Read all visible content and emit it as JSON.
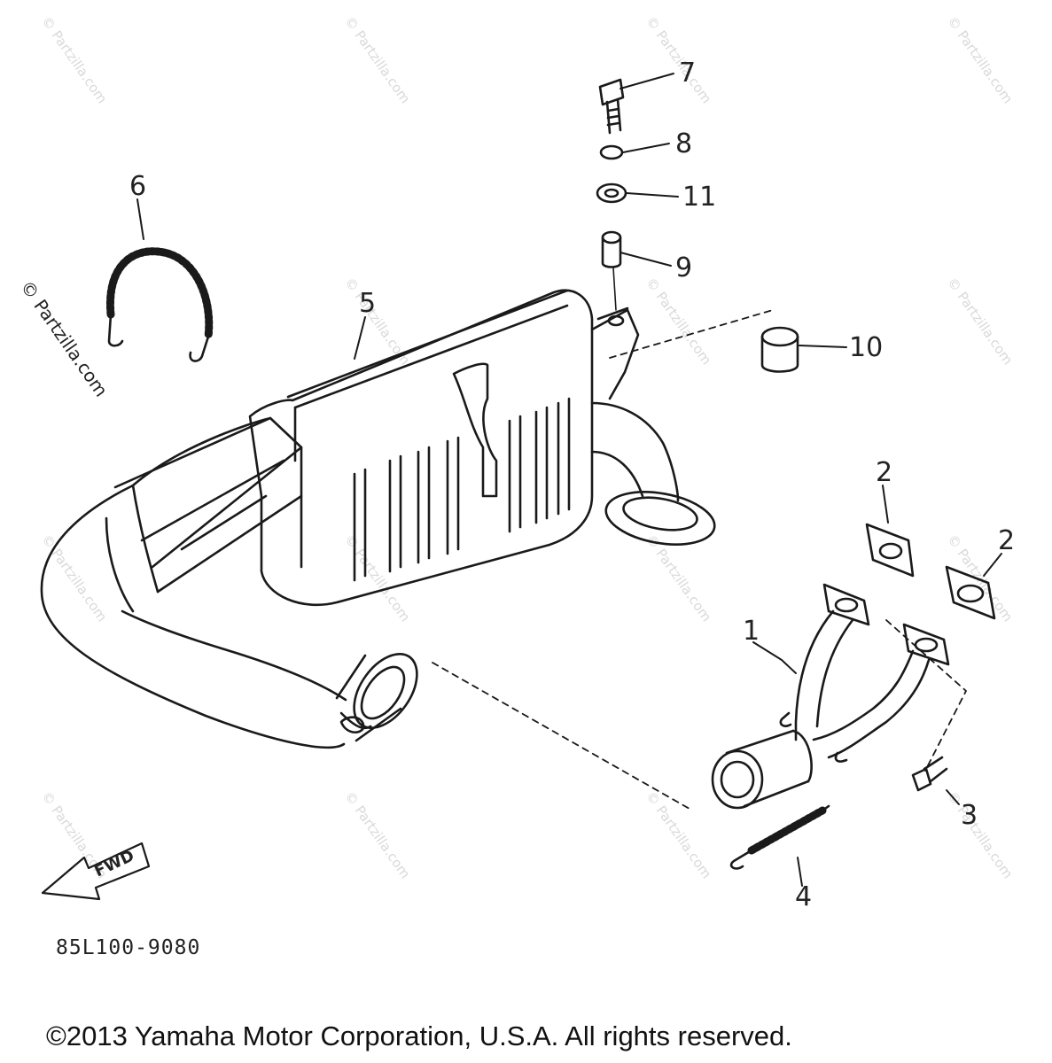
{
  "watermark": {
    "text": "© Partzilla.com"
  },
  "callouts": {
    "c1": "1",
    "c2a": "2",
    "c2b": "2",
    "c3": "3",
    "c4": "4",
    "c5": "5",
    "c6": "6",
    "c7": "7",
    "c8": "8",
    "c9": "9",
    "c10": "10",
    "c11": "11"
  },
  "fwd_label": "FWD",
  "part_code": "85L100-9080",
  "copyright": "©2013  Yamaha Motor Corporation, U.S.A. All rights reserved."
}
